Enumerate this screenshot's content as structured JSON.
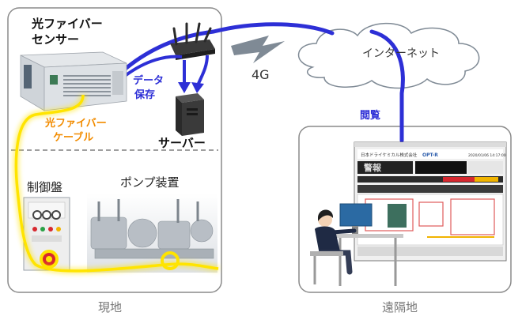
{
  "site": {
    "label": "現地",
    "sensor_title_line1": "光ファイバー",
    "sensor_title_line2": "センサー",
    "data_save_line1": "データ",
    "data_save_line2": "保存",
    "cable_line1": "光ファイバー",
    "cable_line2": "ケーブル",
    "server_label": "サーバー",
    "control_panel_label": "制御盤",
    "pump_label": "ポンプ装置"
  },
  "network": {
    "link_label": "4G",
    "cloud_label": "インターネット",
    "view_label": "閲覧"
  },
  "remote": {
    "label": "遠隔地",
    "screen": {
      "company": "日本ドライケミカル株式会社",
      "product": "OPT-R",
      "alarm_text": "警報",
      "datetime": "2020/01/06 14:17:00"
    }
  },
  "colors": {
    "blue_link": "#2d2fd6",
    "fiber_yellow": "#ffe400",
    "orange_text": "#f28c00",
    "frame": "#8a8a8a"
  }
}
